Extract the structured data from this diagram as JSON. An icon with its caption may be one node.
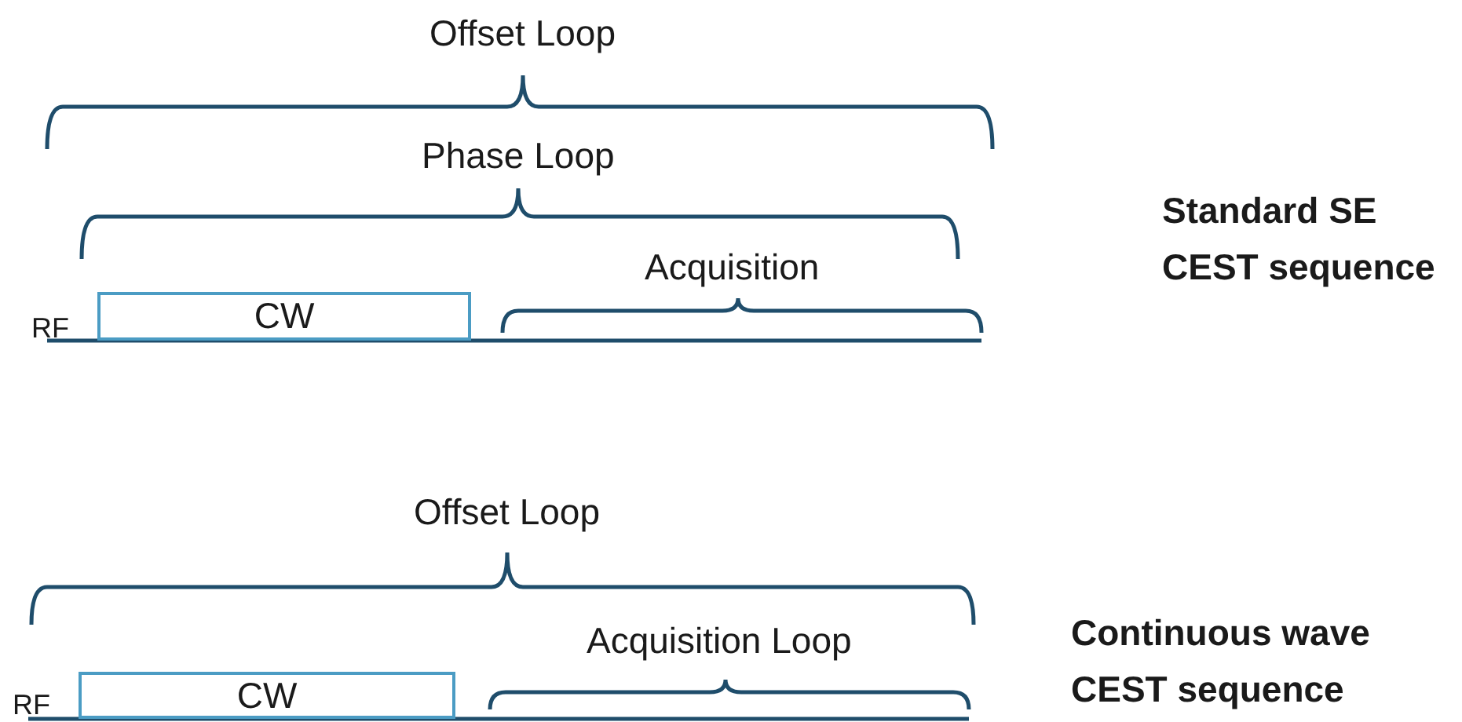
{
  "diagram": {
    "nodes": [
      {
        "text": [
          "CW"
        ]
      },
      {
        "text": [
          "CW"
        ]
      }
    ],
    "edges": [],
    "labels": [
      "Offset Loop",
      "Phase Loop",
      "Standard SE CEST sequence",
      "Acquisition",
      "RF",
      "Offset Loop",
      "Acquisition Loop",
      "Continuous wave CEST sequence",
      "RF"
    ]
  }
}
